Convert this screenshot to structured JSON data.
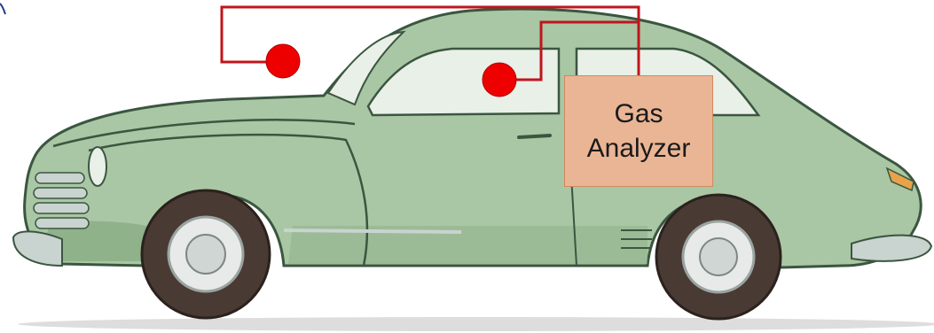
{
  "diagram": {
    "analyzer": {
      "line1": "Gas",
      "line2": "Analyzer"
    },
    "colors": {
      "tube": "#c0151c",
      "sample_point": "#ee0000",
      "analyzer_fill": "#eab595",
      "analyzer_border": "#d08a5a",
      "car_body": "#a9c7a4",
      "car_body_shadow": "#7fa37c",
      "car_outline": "#3b5640",
      "window": "#e9f0e8",
      "tire": "#4a3a34",
      "hubcap": "#e8eaea",
      "chrome": "#c9d3d0"
    },
    "icons": [
      "car-illustration",
      "sample-point-icon",
      "sample-point-icon"
    ]
  }
}
